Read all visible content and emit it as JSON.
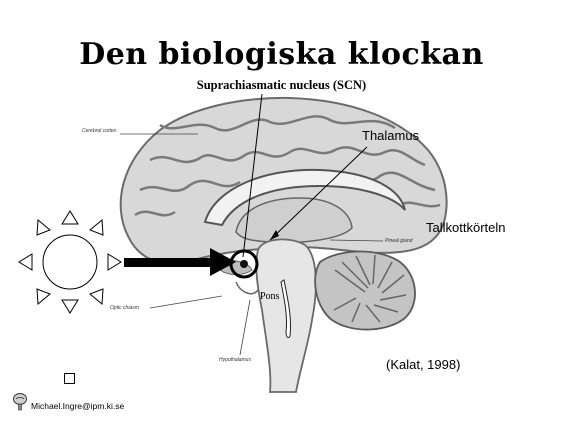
{
  "slide": {
    "title": "Den biologiska klockan",
    "labels": {
      "scn": "Suprachiasmatic nucleus (SCN)",
      "thalamus": "Thalamus",
      "tallkottkorteln": "Tallkottkörteln",
      "pons": "Pons"
    },
    "image_labels": {
      "cerebral_cortex": "Cerebral cortex",
      "pineal_gland": "Pineal gland",
      "optic_chiasm": "Optic chiasm",
      "hypothalamus": "Hypothalamus"
    },
    "citation": "(Kalat, 1998)",
    "footer": {
      "email": "Michael.Ingre@ipm.ki.se"
    }
  },
  "icons": [
    "sun-icon",
    "arrow-right-icon",
    "brain-illustration",
    "checkbox-icon",
    "author-logo-icon"
  ]
}
